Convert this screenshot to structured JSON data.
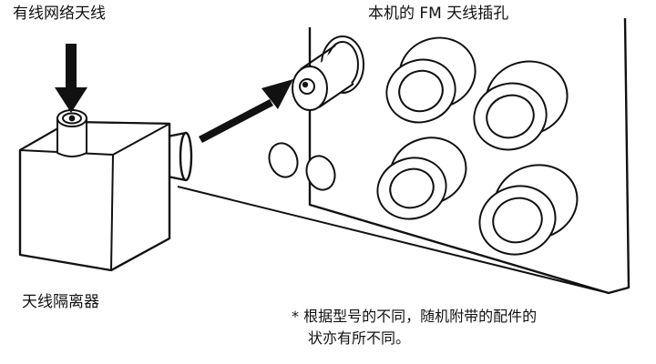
{
  "labels": {
    "cable_antenna": "有线网络天线",
    "fm_jack": "本机的 FM 天线插孔",
    "isolator": "天线隔离器"
  },
  "note": {
    "line1": "* 根据型号的不同，随机附带的配件的",
    "line2": "状亦有所不同。"
  },
  "colors": {
    "line": "#111111",
    "fill": "#ffffff"
  }
}
